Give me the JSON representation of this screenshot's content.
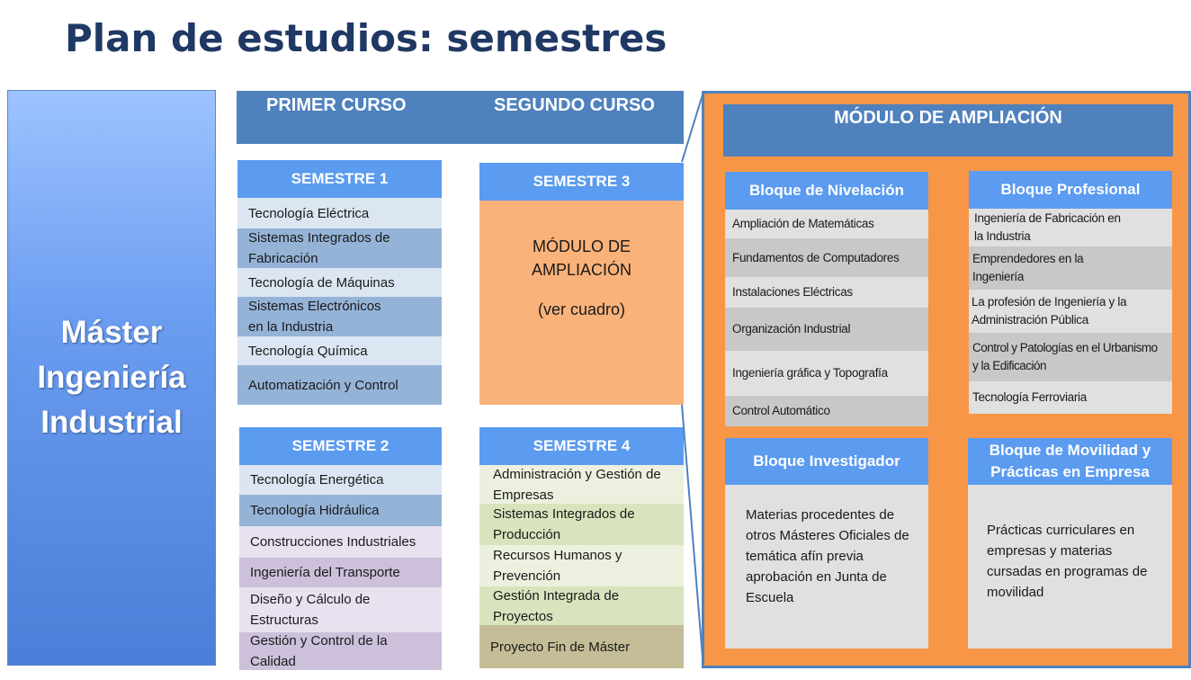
{
  "title": "Plan de estudios: semestres",
  "master_label": "Máster\nIngeniería\nIndustrial",
  "cursos": {
    "primero": "PRIMER CURSO",
    "segundo": "SEGUNDO CURSO"
  },
  "semestre1": {
    "header": "SEMESTRE 1",
    "items": [
      "Tecnología Eléctrica",
      "Sistemas Integrados de\nFabricación",
      "Tecnología de Máquinas",
      "Sistemas Electrónicos\nen la Industria",
      "Tecnología Química",
      "Automatización y Control"
    ]
  },
  "semestre2": {
    "header": "SEMESTRE 2",
    "items": [
      "Tecnología Energética",
      "Tecnología Hidráulica",
      "Construcciones Industriales",
      "Ingeniería del Transporte",
      "Diseño y Cálculo de\nEstructuras",
      "Gestión y Control de la\nCalidad"
    ]
  },
  "semestre3": {
    "header": "SEMESTRE 3",
    "line1": "MÓDULO DE",
    "line2": "AMPLIACIÓN",
    "note": "(ver cuadro)"
  },
  "semestre4": {
    "header": "SEMESTRE 4",
    "items": [
      "Administración y Gestión de\nEmpresas",
      "Sistemas Integrados de\nProducción",
      "Recursos Humanos y\nPrevención",
      "Gestión Integrada de\nProyectos",
      "Proyecto Fin de Máster"
    ]
  },
  "modulo": {
    "header": "MÓDULO DE AMPLIACIÓN",
    "nivelacion": {
      "header": "Bloque de Nivelación",
      "items": [
        "Ampliación de Matemáticas",
        "Fundamentos de Computadores",
        "Instalaciones Eléctricas",
        "Organización Industrial",
        "Ingeniería gráfica y Topografía",
        "Control Automático"
      ]
    },
    "profesional": {
      "header": "Bloque Profesional",
      "items": [
        "Ingeniería de Fabricación en\nla Industria",
        "Emprendedores en la\nIngeniería",
        "La profesión de Ingeniería y la\nAdministración Pública",
        "Control y Patologías en el Urbanismo\ny la Edificación",
        "Tecnología Ferroviaria"
      ]
    },
    "investigador": {
      "header": "Bloque Investigador",
      "text": "Materias procedentes de otros Másteres Oficiales de temática afín previa aprobación en Junta de Escuela"
    },
    "movilidad": {
      "header": "Bloque de Movilidad y Prácticas en Empresa",
      "text": "Prácticas curriculares en empresas y materias cursadas en programas de movilidad"
    }
  },
  "colors": {
    "title": "#1f3864",
    "header_blue": "#4f81bd",
    "semester_blue": "#5b9bf0",
    "orange": "#f79646",
    "light_orange": "#f9b27a"
  }
}
